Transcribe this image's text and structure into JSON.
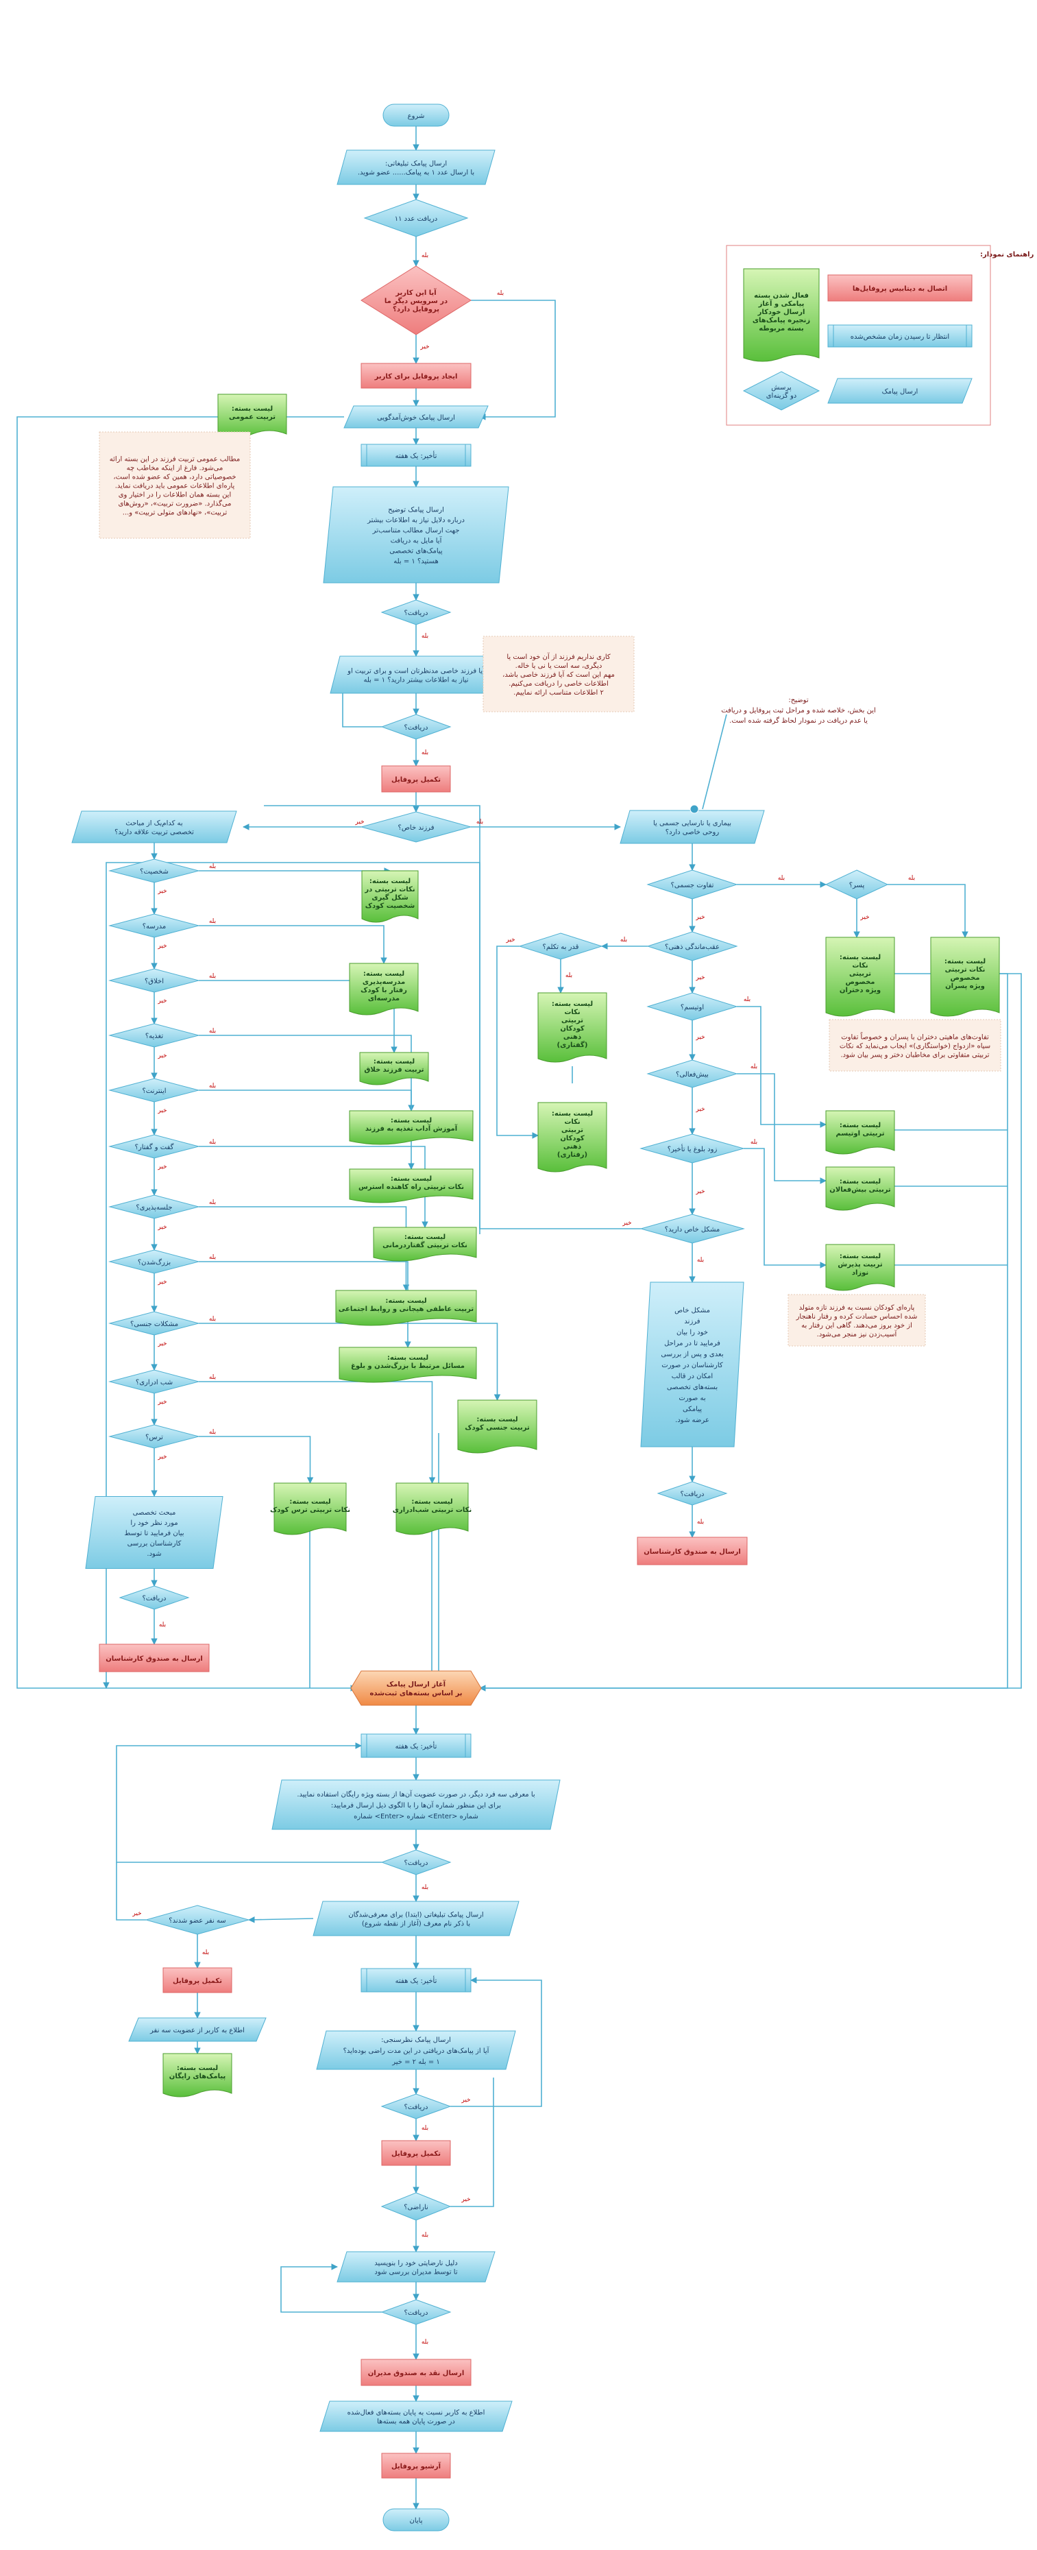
{
  "legend": {
    "title": "راهنمای نمودار:",
    "items": {
      "connect": "اتصال به دیتابیس پروفایل‌ها",
      "package": "فعال شدن بسته پیامکی و آغاز ارسال خودکار زنجیره پیامک‌های بسته مربوطه",
      "wait": "انتظار تا رسیدن زمان مشخص‌شده",
      "decision": "پرسش دو گزینه‌ای",
      "send": "ارسال پیامک"
    }
  },
  "nodes": {
    "start": "شروع",
    "send_promo": [
      "ارسال پیامک تبلیغاتی:",
      "با ارسال عدد ۱ به پیامک...... عضو شوید."
    ],
    "receive_11": "دریافت عدد ۱۱",
    "q_existing": [
      "آیا این کاربر",
      "در سرویس دیگر ما",
      "پروفایل دارد؟"
    ],
    "create_profile": "ایجاد پروفایل برای کاربر",
    "welcome_sms": "ارسال پیامک خوش‌آمدگویی",
    "delay1": "تأخیر: یک هفته",
    "explain_sms": [
      "ارسال پیامک توضیح",
      "درباره دلایل نیاز به اطلاعات بیشتر",
      "جهت ارسال مطالب متناسب‌تر",
      "آیا مایل به دریافت",
      "پیامک‌های تخصصی",
      "هستید؟ ۱ = بله"
    ],
    "receive2": "دریافت؟",
    "q_special_sms": [
      "آیا فرزند خاصی مدنظرتان است و برای تربیت او",
      "نیاز به اطلاعات بیشتر دارید؟ ۱ = بله"
    ],
    "receive3": "دریافت؟",
    "complete_profile": "تکمیل پروفایل",
    "q_child": "فرزند خاص؟",
    "q_area": [
      "به کدام‌یک از مباحث",
      "تخصصی تربیت علاقه دارید؟"
    ],
    "q_disease": [
      "بیماری یا نارسایی جسمی یا",
      "روحی خاصی دارد؟"
    ],
    "d_personality": "شخصیت؟",
    "d_school": "مدرسه؟",
    "d_ethics": "اخلاق؟",
    "d_nutrition": "تغذیه؟",
    "d_internet": "اینترنت؟",
    "d_talk": "گفت و گفتار؟",
    "d_meeting": "جلسه‌پذیری؟",
    "d_puberty": "بزرگ‌شدن؟",
    "d_sexual": "مشکلات جنسی؟",
    "d_bedwetting": "شب ادراری؟",
    "d_fear": "ترس؟",
    "d_physical": "تفاوت جسمی؟",
    "d_mental": "عقب‌ماندگی ذهنی؟",
    "d_boy": "پسر؟",
    "d_degree": "قدر به تکلم؟",
    "d_autism": "اوتیسم؟",
    "d_hyper": "بیش‌فعالی؟",
    "d_talk2": "زود بلوغ یا تأخیر؟",
    "d_special": "مشکل خاص دارید؟",
    "special_sms": [
      "مشکل خاص",
      "فرزند",
      "خود را بیان",
      "فرمایید تا در مراحل",
      "بعدی و پس از بررسی",
      "کارشناسان در صورت",
      "امکان در قالب",
      "بسته‌های تخصصی",
      "به صورت",
      "پیامکی",
      "عرضه شود."
    ],
    "receive_r": "دریافت؟",
    "send_experts_r": "ارسال به صندوق کارشناسان",
    "expert_sms": [
      "مبحث تخصصی",
      "مورد نظر خود را",
      "بیان فرمایید تا توسط",
      "کارشناسان بررسی",
      "شود."
    ],
    "receive_l": "دریافت؟",
    "send_experts_l": "ارسال به صندوق کارشناسان",
    "general_pack": [
      "لیست بسته:",
      "تربیت عمومی"
    ],
    "general_note": [
      "مطالب عمومی تربیت فرزند در این بسته ارائه",
      "می‌شود. فارغ از اینکه مخاطب چه",
      "خصوصیاتی دارد، همین که عضو شده است،",
      "پاره‌ای اطلاعات عمومی باید دریافت نماید.",
      "این بسته همان اطلاعات را در اختیار وی",
      "می‌گذارد. «ضرورت تربیت»، «روش‌های",
      "تربیت»، «نهادهای متولی تربیت» و..."
    ],
    "special_note": [
      "کاری نداریم فرزند از آن خود است یا",
      "دیگری، سه است یا نی یا خاله.",
      "مهم این است که آیا فرزند خاصی باشد،",
      "اطلاعات خاصی را دریافت می‌کنیم.",
      "۲ اطلاعات متناسب ارائه نماییم."
    ],
    "profile_note": [
      "توضیح:",
      "این بخش، خلاصه شده و مراحل ثبت پروفایل و دریافت",
      "یا عدم دریافت در نمودار لحاظ گرفته شده است."
    ],
    "gender_note": [
      "تفاوت‌های ماهیتی دختران با پسران و خصوصاً تفاوت",
      "سیاه «ازدواج (خواستگاری)» ایجاب می‌نماید که نکات",
      "تربیتی متفاوتی برای مخاطبان دختر و پسر بیان شود."
    ],
    "late_note": [
      "پاره‌ای کودکان نسبت به فرزند تازه متولد",
      "شده احساس حسادت کرده و رفتار ناهنجار",
      "از خود بروز می‌دهند. گاهی این رفتار به",
      "آسیب‌زدن نیز منجر می‌شود."
    ],
    "packs": {
      "personality": [
        "لیست بسته:",
        "نکات تربیتی در",
        "شکل گیری",
        "شخصیت کودک"
      ],
      "school": [
        "لیست بسته:",
        "مدرسه‌پذیری",
        "رفتار با کودک",
        "مدرسه‌ای"
      ],
      "ethics": [
        "لیست بسته:",
        "تربیت فرزند خلاق"
      ],
      "nutrition": [
        "لیست بسته:",
        "آموزش آداب تغذیه به فرزند"
      ],
      "internet": [
        "لیست بسته:",
        "نکات تربیتی راه کاهنده استرس"
      ],
      "talk": [
        "لیست بسته:",
        "نکات تربیتی گفتاردرمانی"
      ],
      "meeting": [
        "لیست بسته:",
        "تربیت عاطفی هیجانی و روابط اجتماعی"
      ],
      "puberty": [
        "لیست بسته:",
        "مسائل مرتبط با بزرگ‌شدن و بلوغ"
      ],
      "sexual": [
        "لیست بسته:",
        "تربیت جنسی کودک"
      ],
      "bedwetting": [
        "لیست بسته:",
        "نکات تربیتی شب‌ادراری"
      ],
      "fear": [
        "لیست بسته:",
        "نکات تربیتی ترس کودک"
      ],
      "girl": [
        "لیست بسته:",
        "نکات",
        "تربیتی",
        "مخصوص",
        "ویژه دختران"
      ],
      "boy": [
        "لیست بسته:",
        "نکات تربیتی",
        "مخصوص",
        "ویژه پسران"
      ],
      "mental1": [
        "لیست بسته:",
        "نکات",
        "تربیتی",
        "کودکان",
        "ذهنی",
        "(گفتاری)"
      ],
      "mental2": [
        "لیست بسته:",
        "نکات",
        "تربیتی",
        "کودکان",
        "ذهنی",
        "(رفتاری)"
      ],
      "autism": [
        "لیست بسته:",
        "تربیتی اوتیسم"
      ],
      "hyper": [
        "لیست بسته:",
        "تربیتی بیش‌فعالان"
      ],
      "late": [
        "لیست بسته:",
        "تربیت پذیرش",
        "نوزاد"
      ],
      "final": [
        "لیست بسته:",
        "پیامک‌های رایگان"
      ]
    },
    "start_packages": [
      "آغاز ارسال پیامک",
      "بر اساس بسته‌های ثبت‌شده"
    ],
    "delay2": "تأخیر: یک هفته",
    "invite_sms": [
      "با معرفی سه فرد دیگر، در صورت عضویت آن‌ها از بسته ویژه رایگان استفاده نمایید.",
      "برای این منظور شماره آن‌ها را با الگوی ذیل ارسال فرمایید:",
      "شماره <Enter> شماره <Enter> شماره"
    ],
    "receive4": "دریافت؟",
    "promo_sent": [
      "ارسال پیامک تبلیغاتی (ابتدا) برای معرفی‌شدگان",
      "با ذکر نام معرف (آغاز از نقطه شروع)"
    ],
    "q_three": "سه نفر عضو شدند؟",
    "complete_profile2": "تکمیل پروفایل",
    "notify_three": "اطلاع به کاربر از عضویت سه نفر",
    "delay3": "تأخیر: یک هفته",
    "survey_sms": [
      "ارسال پیامک نظرسنجی:",
      "آیا از پیامک‌های دریافتی در این مدت راضی بوده‌اید؟",
      "۱ = بله   ۲ = خیر"
    ],
    "receive5": "دریافت؟",
    "complete_profile3": "تکمیل پروفایل",
    "q_satisfied": "ناراضی؟",
    "reason_sms": [
      "دلیل نارضایتی خود را بنویسید",
      "تا توسط مدیران بررسی شود"
    ],
    "receive6": "دریافت؟",
    "send_managers": "ارسال نقد به صندوق مدیران",
    "notify_end": [
      "اطلاع به کاربر نسبت به پایان بسته‌های فعال‌شده",
      "در صورت پایان همه بسته‌ها"
    ],
    "archive": "آرشیو پروفایل",
    "end": "پایان"
  },
  "labels": {
    "yes": "بله",
    "no": "خیر"
  }
}
